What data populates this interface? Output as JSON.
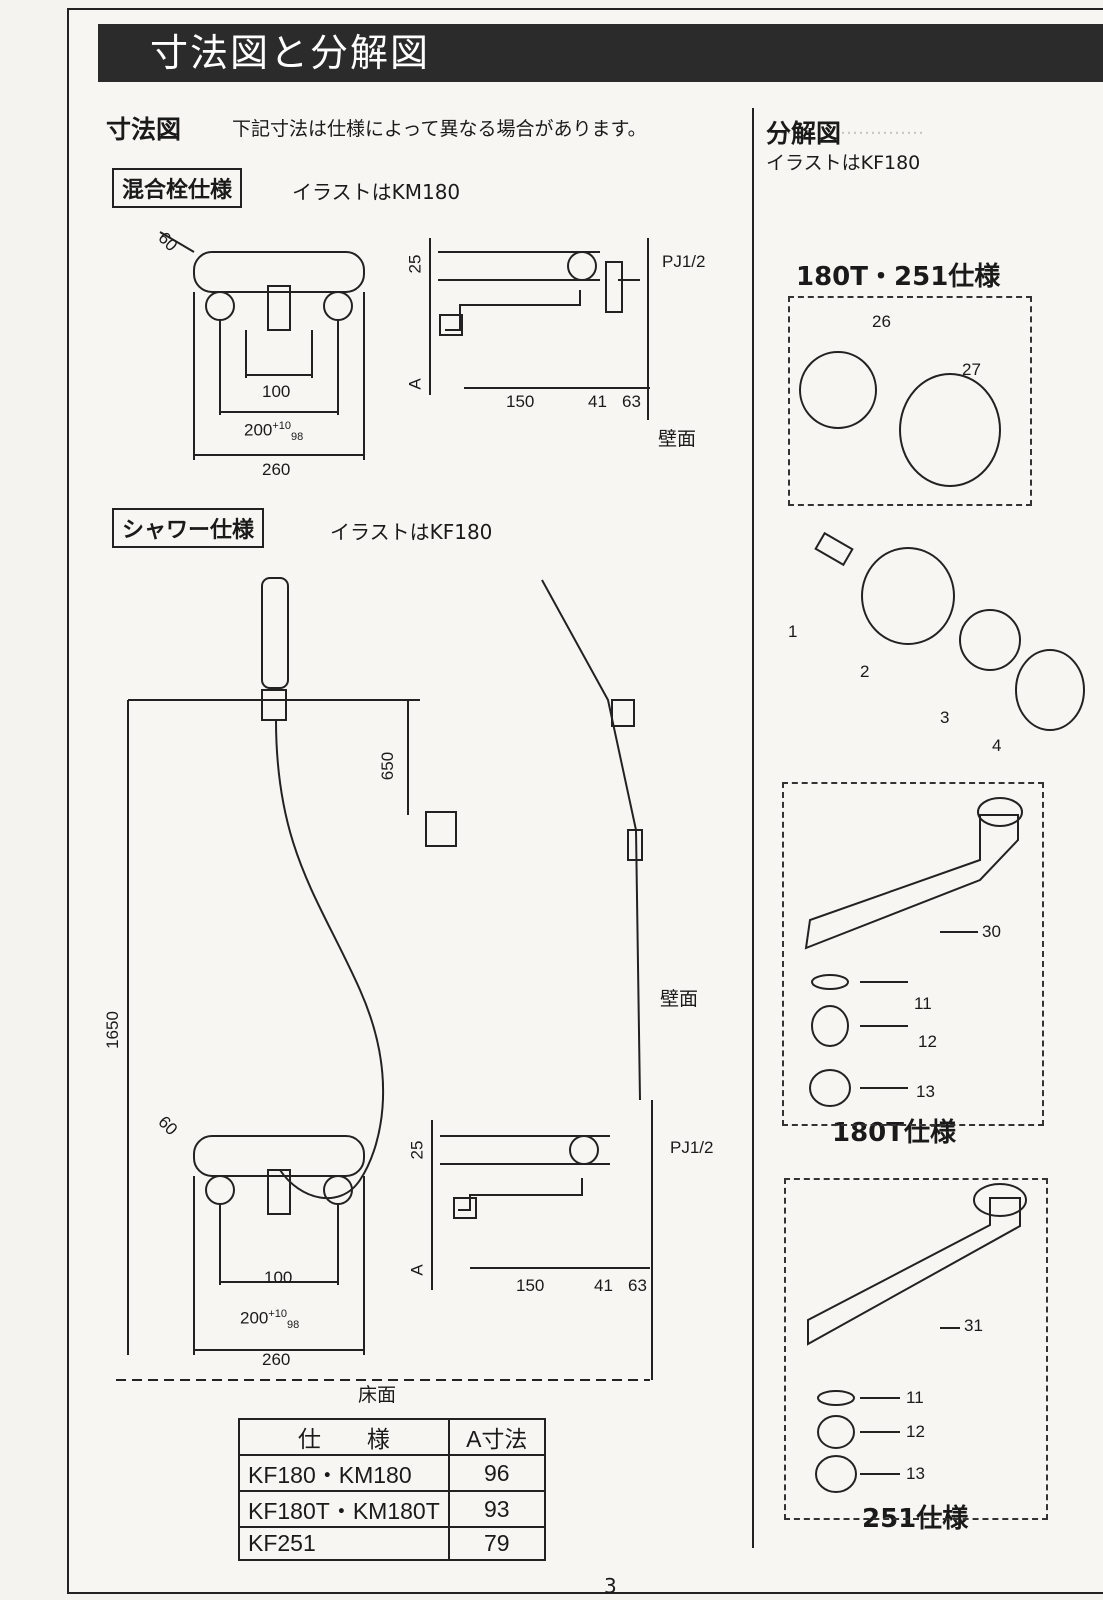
{
  "header": {
    "title": "寸法図と分解図"
  },
  "dimension_section": {
    "title": "寸法図",
    "note": "下記寸法は仕様によって異なる場合があります。",
    "mixer": {
      "label": "混合栓仕様",
      "illustration_note": "イラストはKM180",
      "dims": {
        "depth": "60",
        "spacing": "100",
        "center": "200",
        "center_tol_plus": "+10",
        "center_tol_minus": "98",
        "width": "260",
        "height_top": "25",
        "pipe": "PJ1/2",
        "a_label": "A",
        "reach": "150",
        "d41": "41",
        "d63": "63",
        "wall": "壁面"
      }
    },
    "shower": {
      "label": "シャワー仕様",
      "illustration_note": "イラストはKF180",
      "dims": {
        "hook_height": "650",
        "total_height": "1650",
        "depth": "60",
        "height_top": "25",
        "pipe": "PJ1/2",
        "a_label": "A",
        "spacing": "100",
        "center": "200",
        "center_tol_plus": "+10",
        "center_tol_minus": "98",
        "width": "260",
        "reach": "150",
        "d41": "41",
        "d63": "63",
        "wall": "壁面",
        "floor": "床面"
      }
    },
    "spec_table": {
      "headers": [
        "仕　　様",
        "A寸法"
      ],
      "rows": [
        {
          "spec": "KF180・KM180",
          "a": "96"
        },
        {
          "spec": "KF180T・KM180T",
          "a": "93"
        },
        {
          "spec": "KF251",
          "a": "79"
        }
      ]
    }
  },
  "exploded_section": {
    "title": "分解図",
    "illustration_note": "イラストはKF180",
    "group_180t_251": "180T・251仕様",
    "spec_180t": "180T仕様",
    "spec_251": "251仕様",
    "parts": [
      "26",
      "27",
      "1",
      "2",
      "3",
      "4",
      "30",
      "11",
      "12",
      "13",
      "31",
      "11",
      "12",
      "13"
    ]
  },
  "page_number": "3"
}
